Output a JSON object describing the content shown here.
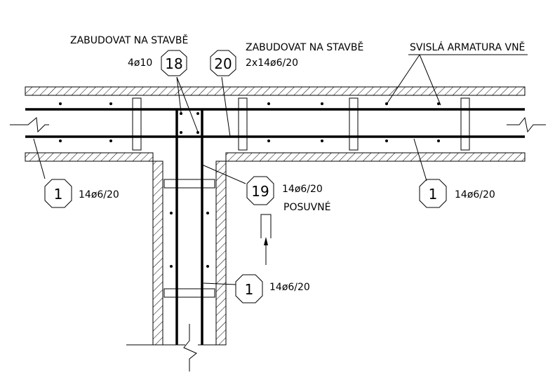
{
  "notes": {
    "site_left": "ZABUDOVAT NA STAVBĚ",
    "site_right": "ZABUDOVAT NA STAVBĚ",
    "outer_vertical": "SVISLÁ ARMATURA VNĚ",
    "sliding": "POSUVNÉ"
  },
  "tags": {
    "t18": {
      "number": "18",
      "spec": "4ø10"
    },
    "t20": {
      "number": "20",
      "spec": "2x14ø6/20"
    },
    "t19": {
      "number": "19",
      "spec": "14ø6/20"
    },
    "t1_left": {
      "number": "1",
      "spec": "14ø6/20"
    },
    "t1_right": {
      "number": "1",
      "spec": "14ø6/20"
    },
    "t1_bottom": {
      "number": "1",
      "spec": "14ø6/20"
    }
  }
}
